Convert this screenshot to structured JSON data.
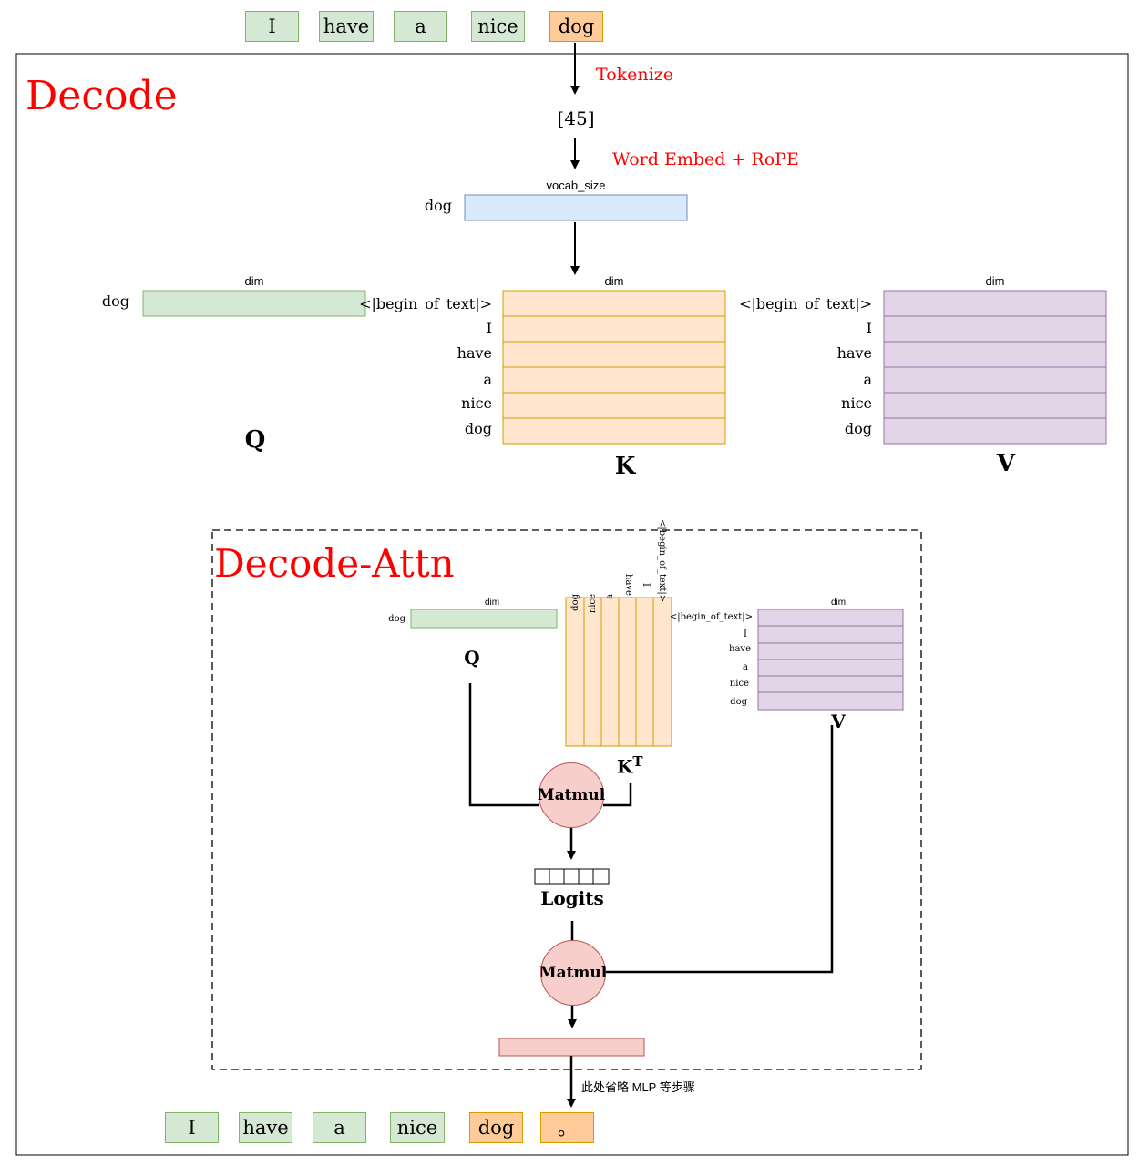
{
  "input_tokens": [
    "I",
    "have",
    "a",
    "nice",
    "dog"
  ],
  "output_tokens": [
    "I",
    "have",
    "a",
    "nice",
    "dog",
    "。"
  ],
  "decode": {
    "title": "Decode",
    "tokenize_label": "Tokenize",
    "token_id": "[45]",
    "embed_label": "Word Embed + RoPE",
    "vocab_label": "vocab_size",
    "vocab_row": "dog",
    "q": {
      "dim_label": "dim",
      "row": "dog",
      "name": "Q"
    },
    "k": {
      "dim_label": "dim",
      "name": "K"
    },
    "v": {
      "dim_label": "dim",
      "name": "V"
    },
    "cache_rows": [
      "<|begin_of_text|>",
      "I",
      "have",
      "a",
      "nice",
      "dog"
    ]
  },
  "attn": {
    "title": "Decode-Attn",
    "q_dim": "dim",
    "q_row": "dog",
    "q_name": "Q",
    "kt_cols": [
      "dog",
      "nice",
      "a",
      "have",
      "I",
      "<|begin_of_text|>"
    ],
    "kt_name": "K",
    "kt_sup": "T",
    "v_dim": "dim",
    "v_rows": [
      "<|begin_of_text|>",
      "I",
      "have",
      "a",
      "nice",
      "dog"
    ],
    "v_name": "V",
    "matmul1": "Matmul",
    "logits": "Logits",
    "matmul2": "Matmul",
    "note": "此处省略 MLP 等步骤"
  },
  "colors": {
    "green_fill": "#d5e8d4",
    "green_stroke": "#82b366",
    "orange_fill": "#ffe6cc",
    "orange_stroke": "#d79b00",
    "purple_fill": "#e1d5e7",
    "purple_stroke": "#9673a6",
    "blue_fill": "#dae8fc",
    "blue_stroke": "#6c8ebf",
    "red_fill": "#f8cecc",
    "red_stroke": "#b85450",
    "title_red": "#ff0000"
  }
}
